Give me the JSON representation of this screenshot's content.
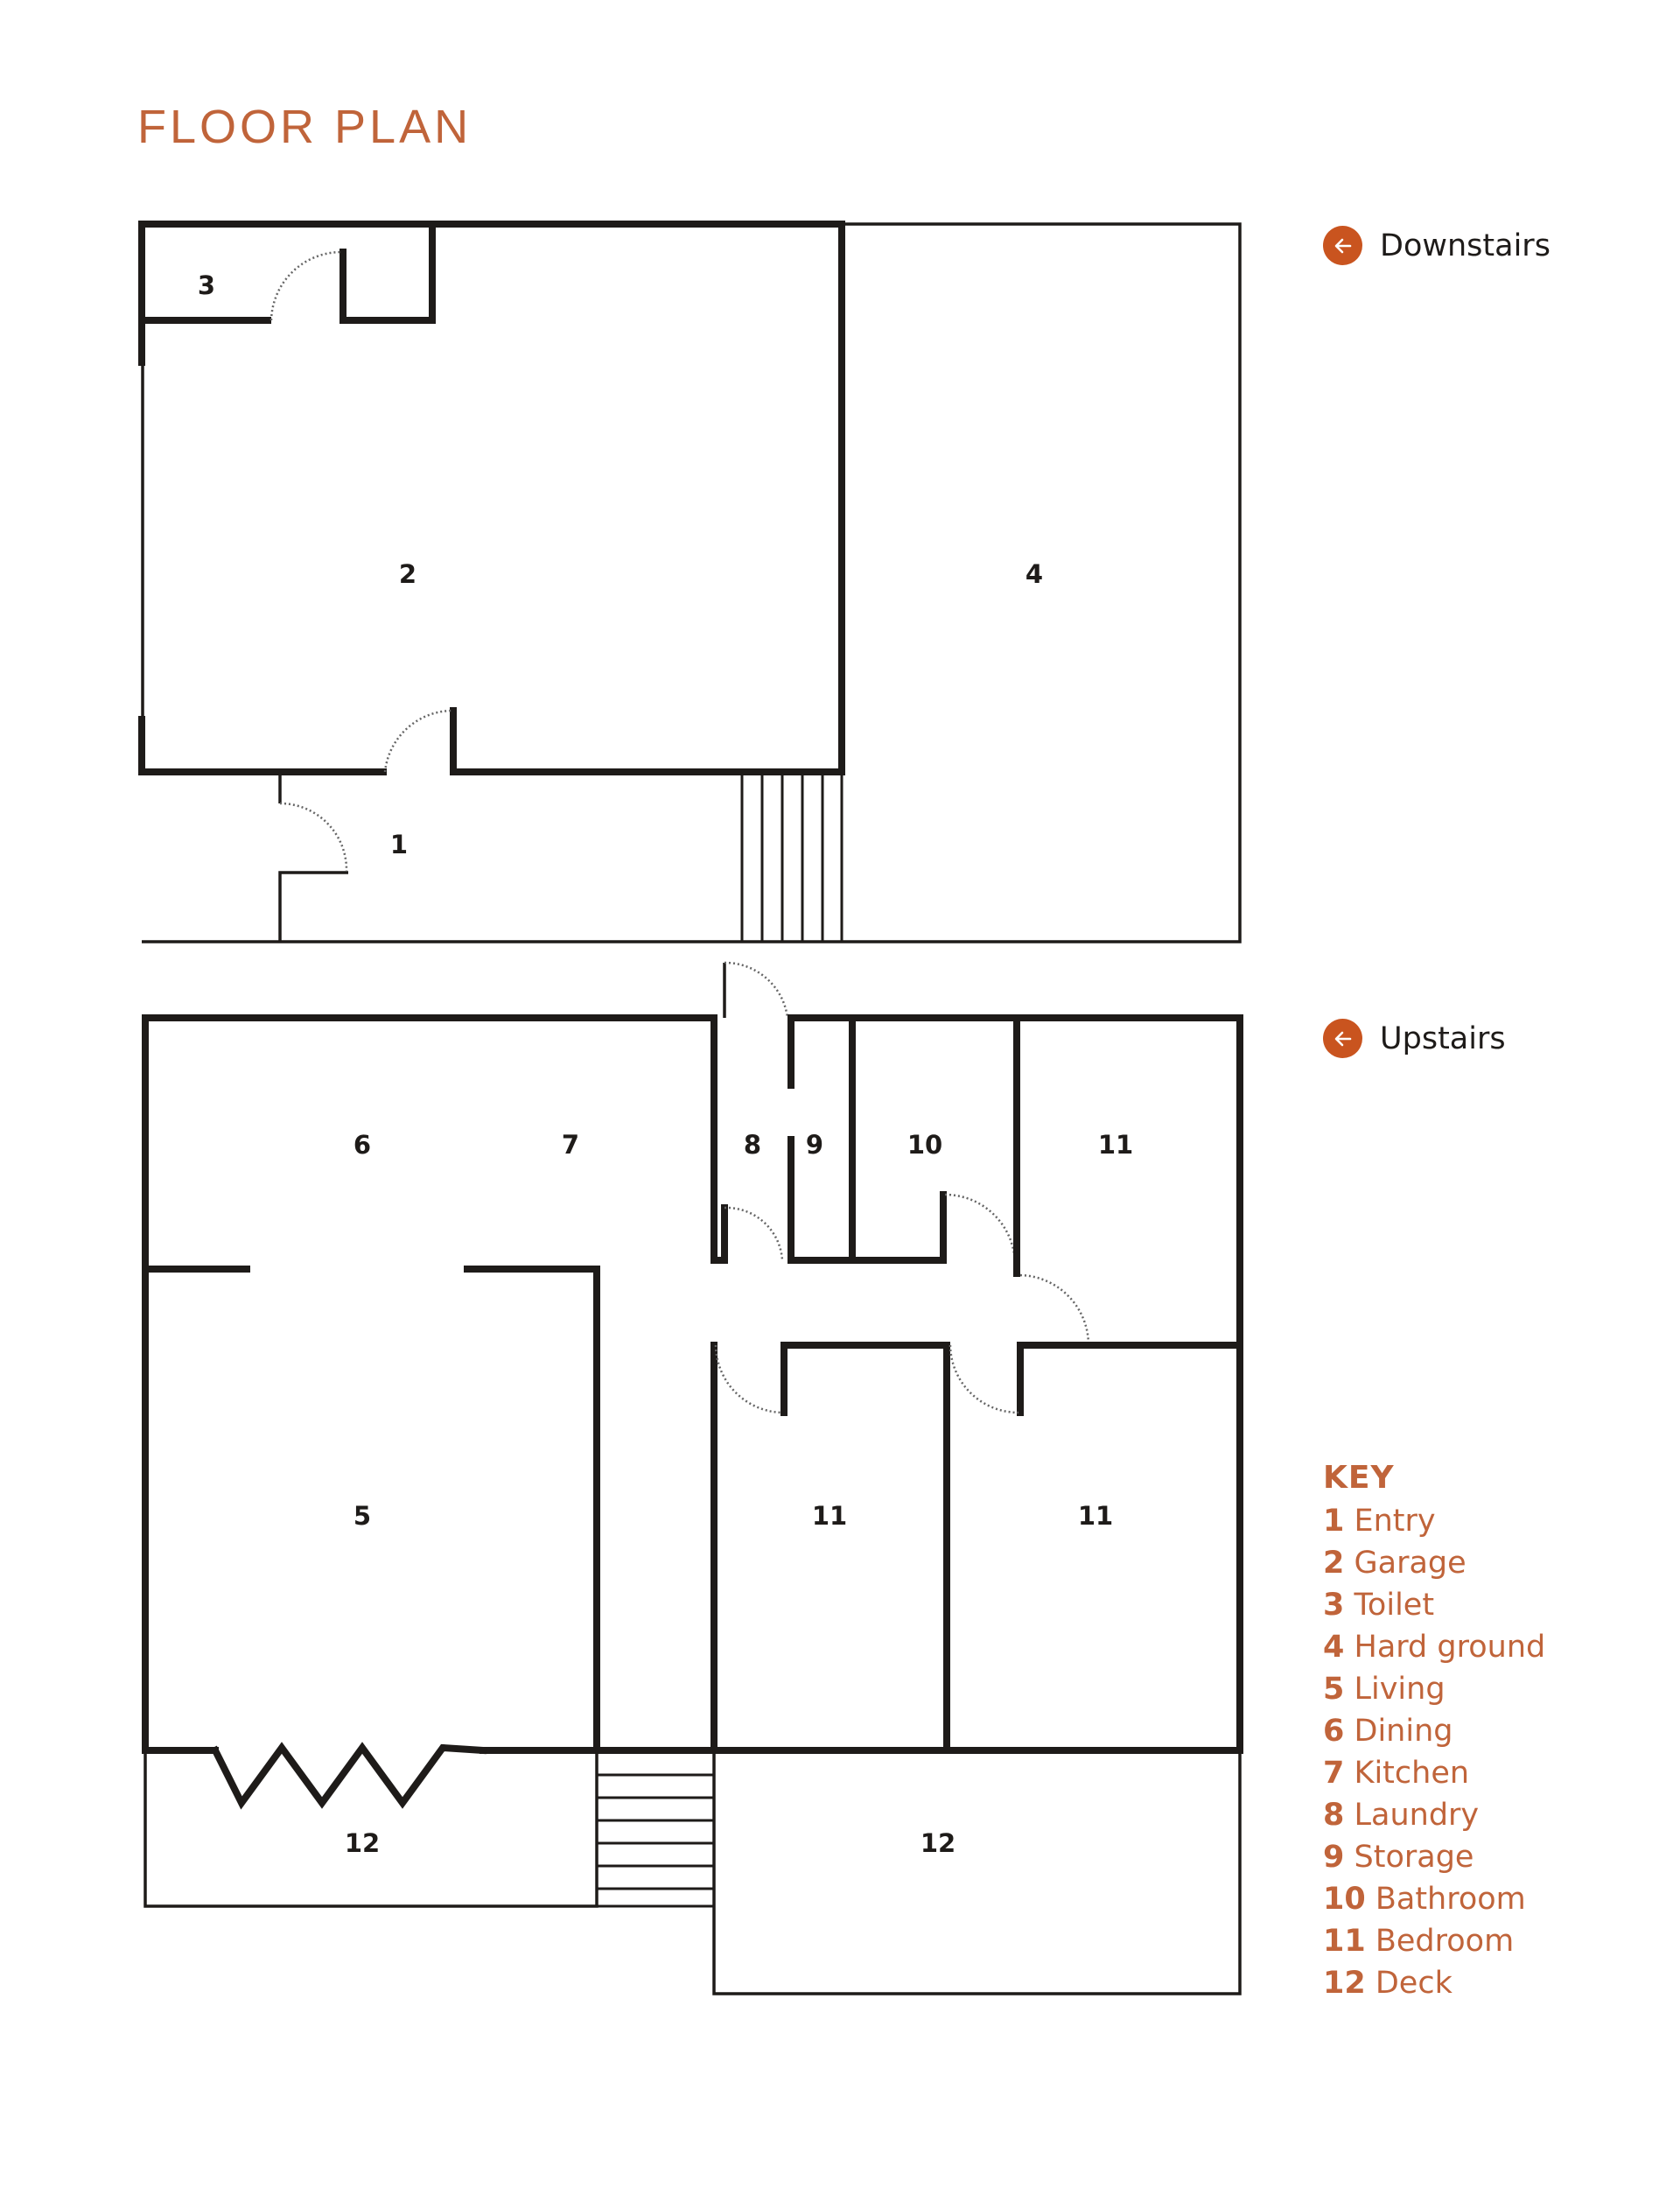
{
  "title": "FLOOR PLAN",
  "floors": [
    {
      "label": "Downstairs",
      "icon": "arrow-left-icon"
    },
    {
      "label": "Upstairs",
      "icon": "arrow-left-icon"
    }
  ],
  "rooms": {
    "r1": "1",
    "r2": "2",
    "r3": "3",
    "r4": "4",
    "r5": "5",
    "r6": "6",
    "r7": "7",
    "r8": "8",
    "r9": "9",
    "r10": "10",
    "r11a": "11",
    "r11b": "11",
    "r11c": "11",
    "r12a": "12",
    "r12b": "12"
  },
  "key": {
    "title": "KEY",
    "items": [
      {
        "num": "1",
        "label": "Entry"
      },
      {
        "num": "2",
        "label": "Garage"
      },
      {
        "num": "3",
        "label": "Toilet"
      },
      {
        "num": "4",
        "label": "Hard ground"
      },
      {
        "num": "5",
        "label": "Living"
      },
      {
        "num": "6",
        "label": "Dining"
      },
      {
        "num": "7",
        "label": "Kitchen"
      },
      {
        "num": "8",
        "label": "Laundry"
      },
      {
        "num": "9",
        "label": "Storage"
      },
      {
        "num": "10",
        "label": "Bathroom"
      },
      {
        "num": "11",
        "label": "Bedroom"
      },
      {
        "num": "12",
        "label": "Deck"
      }
    ]
  },
  "colors": {
    "accent": "#c0643a",
    "icon": "#c9541f",
    "wall": "#1e1b19"
  }
}
